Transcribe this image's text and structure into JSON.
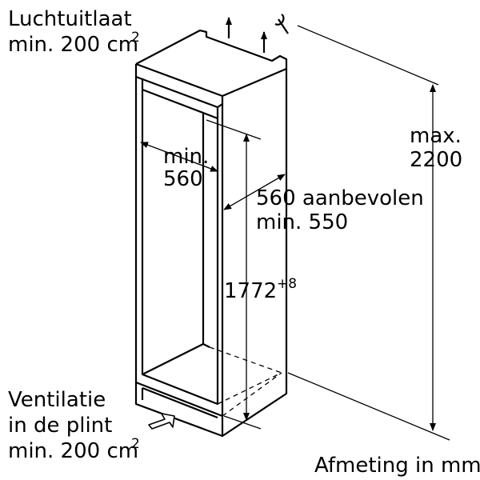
{
  "labels": {
    "air_outlet_line1": "Luchtuitlaat",
    "air_outlet_line2": "min. 200 cm",
    "air_outlet_sup": "2",
    "depth_line1": "min.",
    "depth_line2": "560",
    "width_line1": "560 aanbevolen",
    "width_line2": "min. 550",
    "niche_height": "1772",
    "niche_height_tolerance": "+8",
    "max_height_line1": "max.",
    "max_height_line2": "2200",
    "ventilation_line1": "Ventilatie",
    "ventilation_line2": "in de plint",
    "ventilation_line3": "min. 200 cm",
    "ventilation_sup": "2",
    "units_note": "Afmeting in mm"
  }
}
